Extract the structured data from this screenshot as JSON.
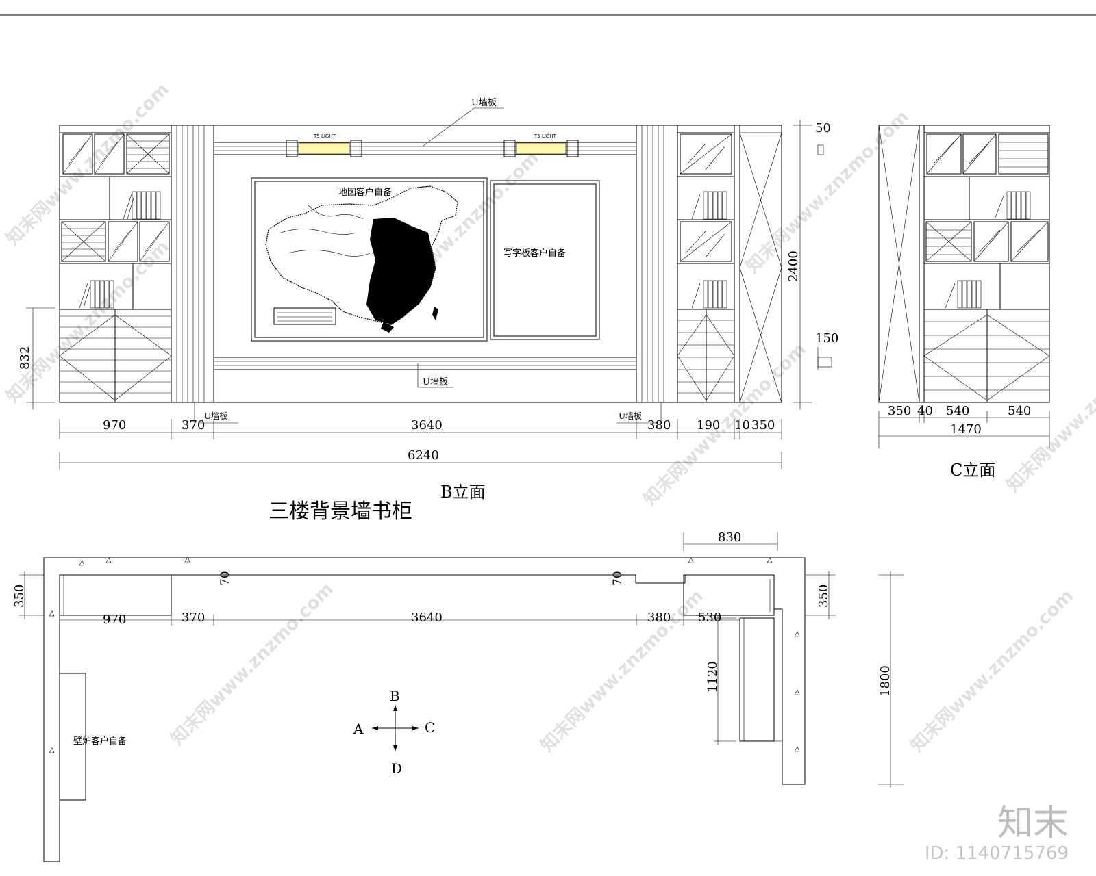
{
  "titles": {
    "main": "三楼背景墙书柜",
    "b_elev": "B立面",
    "c_elev": "C立面"
  },
  "labels": {
    "u_board_top": "U墙板",
    "u_board_mid": "U墙板",
    "u_board_left": "U墙板",
    "u_board_right": "U墙板",
    "map_text": "地图客户自备",
    "writing_board": "写字板客户自备",
    "fireplace": "壁炉客户自备",
    "light_1": "T5 LIGHT",
    "light_2": "T5 LIGHT"
  },
  "dims_b": {
    "d970": "970",
    "d370": "370",
    "d3640": "3640",
    "d380": "380",
    "d190": "190",
    "d10": "10",
    "d350": "350",
    "total": "6240",
    "h832": "832",
    "h2400": "2400",
    "h50": "50",
    "h150": "150"
  },
  "dims_c": {
    "d350": "350",
    "d40": "40",
    "d540a": "540",
    "d540b": "540",
    "total": "1470"
  },
  "dims_plan": {
    "d830": "830",
    "d70a": "70",
    "d70b": "70",
    "d350l": "350",
    "d350r": "350",
    "d970": "970",
    "d370": "370",
    "d3640": "3640",
    "d380": "380",
    "d530": "530",
    "d1120": "1120",
    "d1800": "1800"
  },
  "compass": {
    "n": "B",
    "s": "D",
    "w": "A",
    "e": "C"
  },
  "watermark": {
    "text": "知末网www.znzmo.com",
    "logo": "知末",
    "id": "ID: 1140715769"
  }
}
